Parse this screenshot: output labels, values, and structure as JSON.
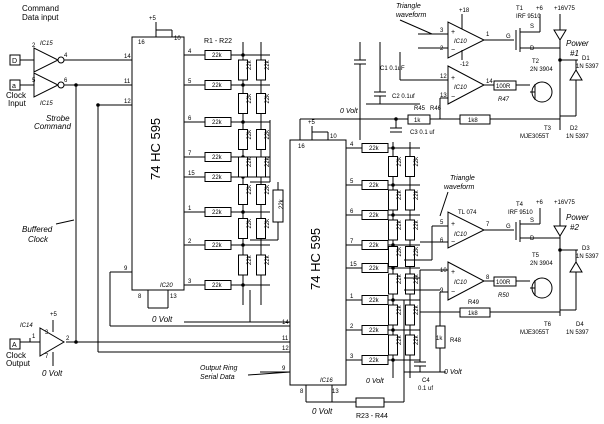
{
  "inputs": {
    "command": {
      "label_line1": "Command",
      "label_line2": "Data input",
      "pin": "D"
    },
    "clock": {
      "label_line1": "Clock",
      "label_line2": "Input",
      "pin": "a"
    },
    "strobe": {
      "label_line1": "Strobe",
      "label_line2": "Command"
    },
    "buffered_clock": {
      "label_line1": "Buffered",
      "label_line2": "Clock"
    },
    "clock_output": {
      "label_line1": "Clock",
      "label_line2": "Output",
      "pin": "A"
    },
    "output_ring": {
      "label_line1": "Output Ring",
      "label_line2": "Serial Data"
    }
  },
  "gates": {
    "ic15_top": {
      "ref": "IC15",
      "pin_in": "2",
      "pin_out": "4"
    },
    "ic15_bot": {
      "ref": "IC15",
      "pin_in": "5",
      "pin_out": "6"
    },
    "ic14": {
      "ref": "IC14",
      "vcc": "+5",
      "pin_in": "1",
      "pin_vcc": "3",
      "pin_gnd": "7",
      "pin_out": "2",
      "gnd": "0 Volt"
    }
  },
  "ic20": {
    "name": "74 HC 595",
    "ref": "IC20",
    "vcc": "+5",
    "gnd": "0 Volt",
    "pin_vcc": "16",
    "pin_10": "10",
    "pin_8": "8",
    "pin_13": "13",
    "left_pins": [
      "14",
      "11",
      "12",
      "9"
    ],
    "right_pins": [
      "4",
      "5",
      "6",
      "7",
      "15",
      "1",
      "2",
      "3"
    ]
  },
  "ic16": {
    "name": "74 HC 595",
    "ref": "IC16",
    "vcc": "+5",
    "gnd": "0 Volt",
    "pin_vcc": "16",
    "pin_10": "10",
    "pin_8": "8",
    "pin_13": "13",
    "left_pins": [
      "14",
      "11",
      "12",
      "9"
    ],
    "right_pins": [
      "4",
      "5",
      "6",
      "7",
      "15",
      "1",
      "2",
      "3"
    ]
  },
  "resistors": {
    "r1_r22": "R1 - R22",
    "r23_r44": "R23 - R44",
    "r22k": "22k",
    "r45": "R45",
    "r45_val": "1k",
    "r46": "R46",
    "r46_val": "1k8",
    "r47": "R47",
    "r47_val": "100R",
    "r48": "R48",
    "r48_val": "1k",
    "r49": "R49",
    "r49_val": "1k8",
    "r50": "R50",
    "r50_val": "100R"
  },
  "caps": {
    "c1": "C1 0.1uF",
    "c2": "C2 0.1uf",
    "c3": "C3 0.1 uf",
    "c4": "C4",
    "c4_val": "0.1 uf"
  },
  "opamps": {
    "ic10a": {
      "ref": "IC10",
      "pin_plus": "3",
      "pin_minus": "2",
      "pin_out": "1",
      "vpos": "+18",
      "vneg": "-12"
    },
    "ic10b": {
      "ref": "IC10",
      "pin_plus": "12",
      "pin_minus": "13",
      "pin_out": "14"
    },
    "ic10c": {
      "ref": "IC10",
      "pin_plus": "5",
      "pin_minus": "6",
      "pin_out": "7",
      "type": "TL 074"
    },
    "ic10d": {
      "ref": "IC10",
      "pin_plus": "10",
      "pin_minus": "9",
      "pin_out": "8"
    }
  },
  "power1": {
    "label_line1": "Power",
    "label_line2": "#1",
    "vplus": "+6",
    "vhigh": "+16V75",
    "triangle_line1": "Triangle",
    "triangle_line2": "waveform",
    "t1": "T1",
    "t1_part": "IRF 9510",
    "t2": "T2",
    "t2_part": "2N 3904",
    "t3": "T3",
    "t3_part": "MJE3055T",
    "d1": "D1",
    "d1_part": "1N 5397",
    "d2": "D2",
    "d2_part": "1N 5397",
    "pin_s": "S",
    "pin_g": "G",
    "pin_d": "D"
  },
  "power2": {
    "label_line1": "Power",
    "label_line2": "#2",
    "vplus": "+6",
    "vhigh": "+16V75",
    "triangle_line1": "Triangle",
    "triangle_line2": "waveform",
    "t4": "T4",
    "t4_part": "IRF 9510",
    "t5": "T5",
    "t5_part": "2N 3904",
    "t6": "T6",
    "t6_part": "MJE3055T",
    "d3": "D3",
    "d3_part": "1N 5397",
    "d4": "D4",
    "d4_part": "1N 5397",
    "pin_s": "S",
    "pin_g": "G",
    "pin_d": "D"
  },
  "ground_mid": "0 Volt",
  "ground_c4": "0 Volt",
  "ic16_gnd_right": "0 Volt"
}
